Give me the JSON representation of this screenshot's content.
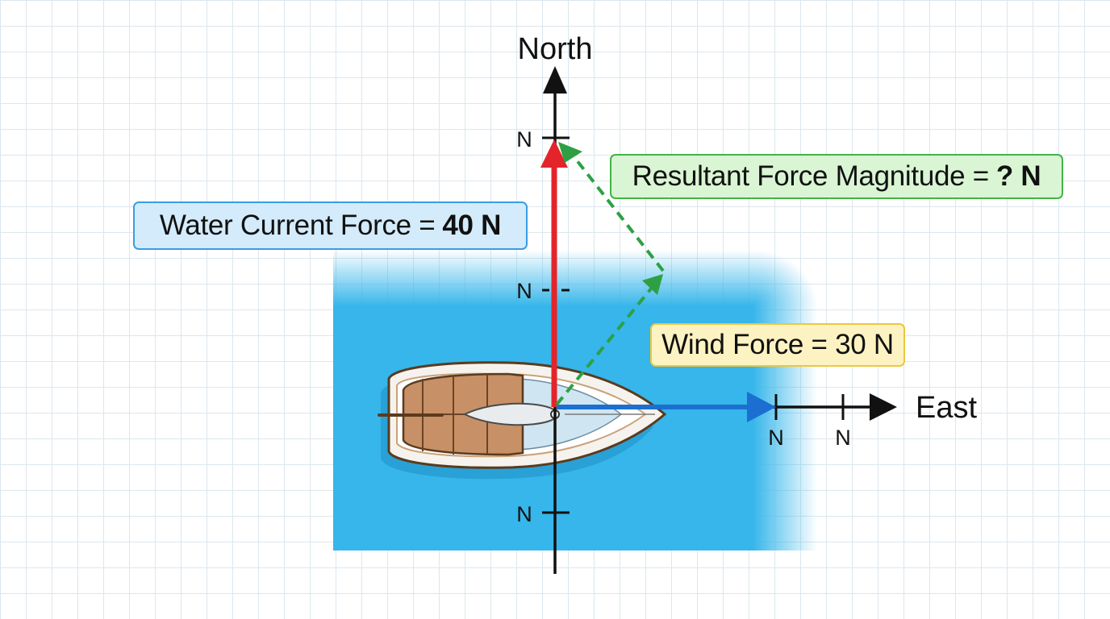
{
  "axes": {
    "north_label": "North",
    "east_label": "East",
    "tick_unit": "N"
  },
  "labels": {
    "water_current": {
      "text": "Water Current Force =",
      "value": "40 N",
      "color": "#d3ebfa",
      "border": "#3a9ce3"
    },
    "resultant": {
      "text": "Resultant Force Magnitude =",
      "value": "? N",
      "color": "#d9f5d3",
      "border": "#42b348"
    },
    "wind": {
      "text": "Wind Force = 30 N",
      "color": "#fdf3c2",
      "border": "#ecc740"
    }
  },
  "vectors": {
    "water_current": {
      "direction": "north",
      "magnitude_n": 40,
      "color": "#e3252b"
    },
    "wind": {
      "direction": "east",
      "magnitude_n": 30,
      "color": "#1c6fd1"
    },
    "resultant": {
      "style": "dashed",
      "color": "#2ea043"
    }
  },
  "colors": {
    "water": "#36b6ea",
    "axis": "#111111"
  }
}
